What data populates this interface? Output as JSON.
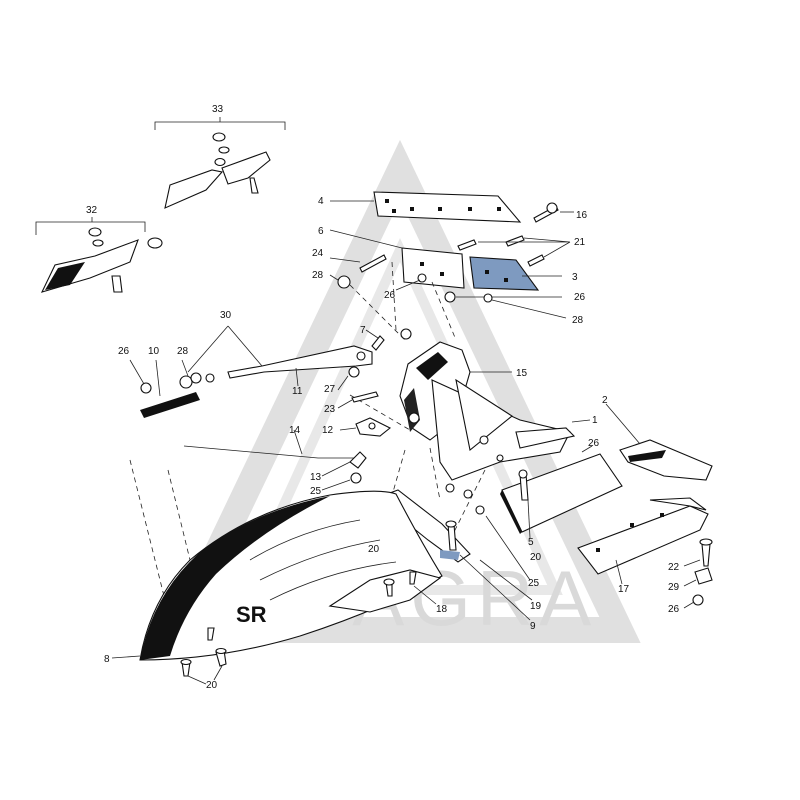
{
  "watermark": {
    "text": "LYTAGRA",
    "color": "#d9d9d9"
  },
  "diagram": {
    "mark_text": "SR",
    "highlight_color": "#7e9ac0",
    "labels": {
      "p1": "1",
      "p2": "2",
      "p3": "3",
      "p4": "4",
      "p5": "5",
      "p6": "6",
      "p7": "7",
      "p8": "8",
      "p9": "9",
      "p10": "10",
      "p11": "11",
      "p12": "12",
      "p13": "13",
      "p14": "14",
      "p15": "15",
      "p16": "16",
      "p17": "17",
      "p18": "18",
      "p19": "19",
      "p20a": "20",
      "p20b": "20",
      "p20c": "20",
      "p21": "21",
      "p22": "22",
      "p23": "23",
      "p24": "24",
      "p25a": "25",
      "p25b": "25",
      "p26a": "26",
      "p26b": "26",
      "p26c": "26",
      "p26d": "26",
      "p26e": "26",
      "p27": "27",
      "p28a": "28",
      "p28b": "28",
      "p28c": "28",
      "p29": "29",
      "p30": "30",
      "p32": "32",
      "p33": "33"
    }
  }
}
